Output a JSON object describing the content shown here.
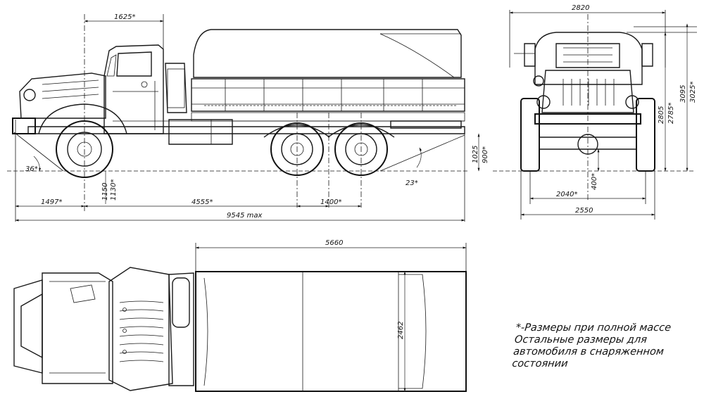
{
  "dimensions": {
    "overhang_front": "1497*",
    "cab_to_axle": "1625*",
    "wheelbase": "4555*",
    "bogie_spacing": "1400*",
    "overall_length": "9545 max",
    "approach_angle": "36*",
    "departure_angle": "23*",
    "ground_clearance_a": "1150",
    "ground_clearance_b": "1130*",
    "frame_height_a": "1025",
    "frame_height_b": "900*",
    "overall_width_top": "2820",
    "height_cab_a": "2805",
    "height_cab_b": "2785*",
    "height_total_a": "3095",
    "height_total_b": "3025*",
    "track": "2040*",
    "axle_clearance": "400*",
    "overall_width": "2550",
    "body_length": "5660",
    "body_width": "2462"
  },
  "notes": {
    "line1": "*-Размеры при полной массе",
    "line2": "Остальные размеры для",
    "line3": "автомобиля в снаряженном",
    "line4": "состоянии"
  }
}
